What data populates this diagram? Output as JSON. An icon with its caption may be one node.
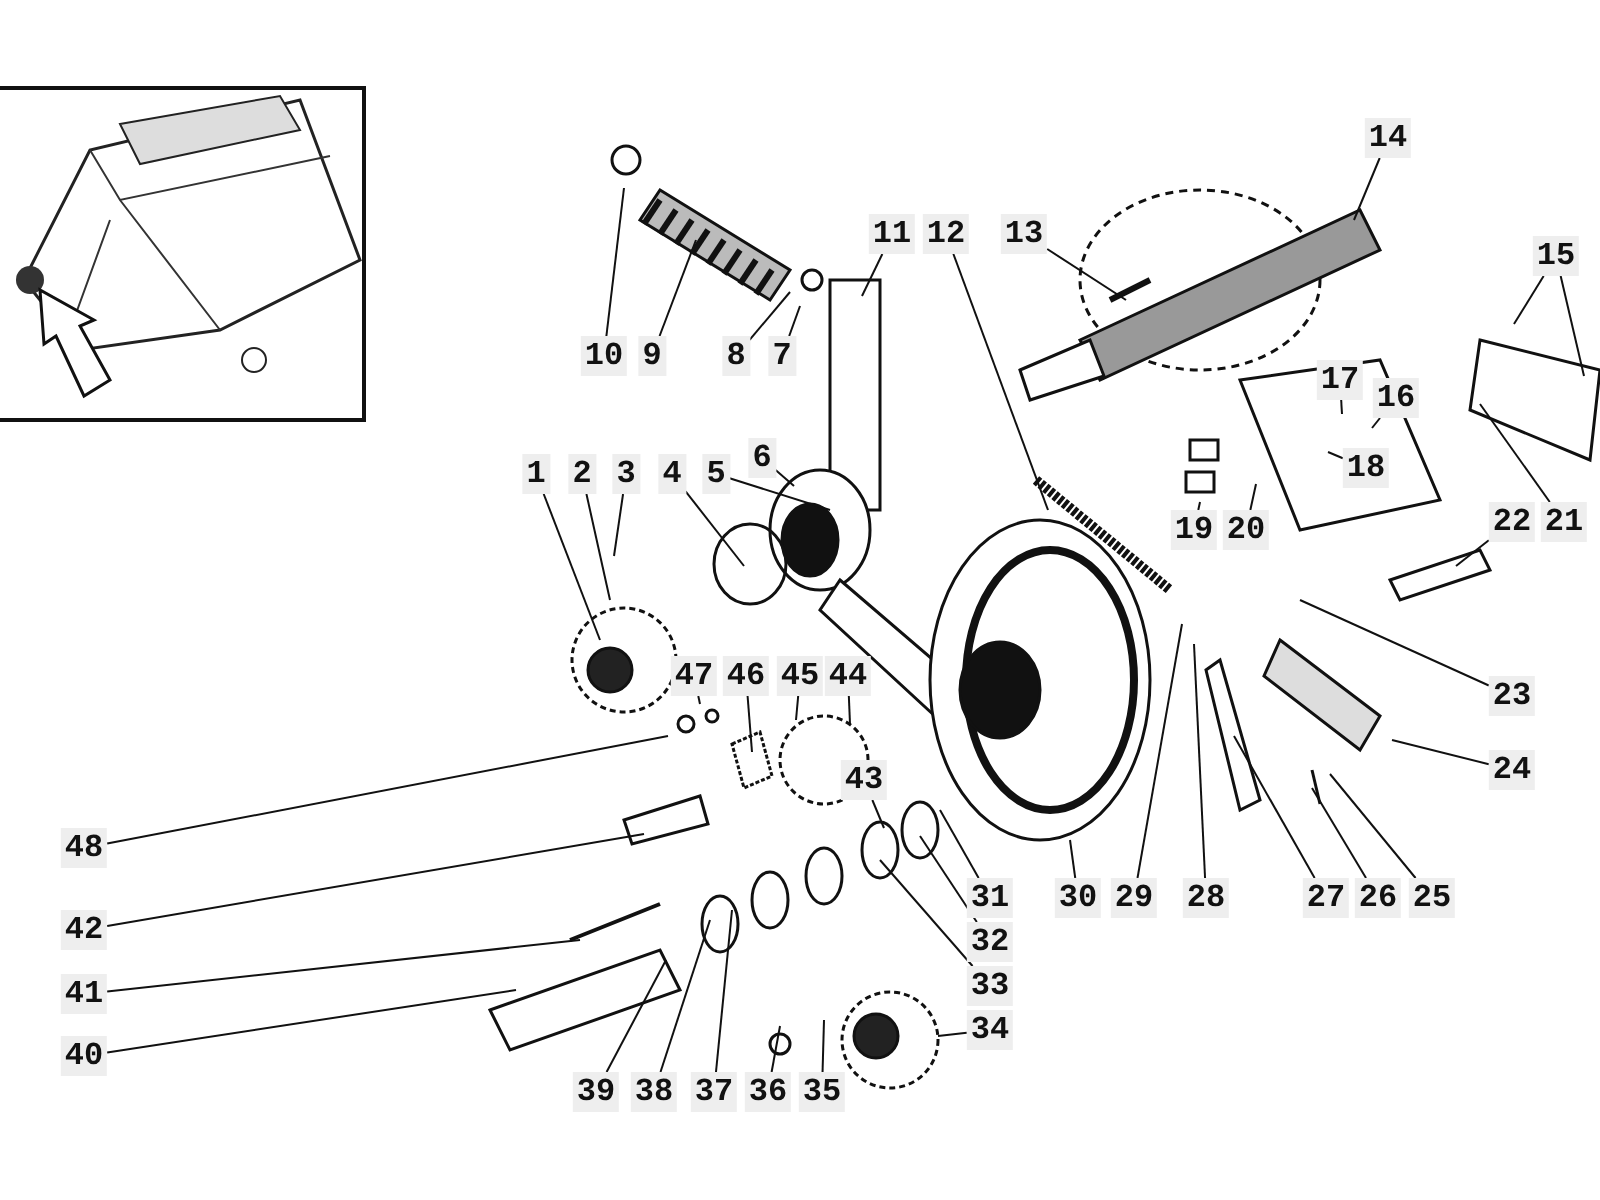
{
  "diagram": {
    "nodes": [
      {
        "text": [
          "1"
        ]
      },
      {
        "text": [
          "2"
        ]
      },
      {
        "text": [
          "3"
        ]
      },
      {
        "text": [
          "4"
        ]
      },
      {
        "text": [
          "5"
        ]
      },
      {
        "text": [
          "6"
        ]
      },
      {
        "text": [
          "7"
        ]
      },
      {
        "text": [
          "8"
        ]
      },
      {
        "text": [
          "9"
        ]
      },
      {
        "text": [
          "10"
        ]
      },
      {
        "text": [
          "11"
        ]
      },
      {
        "text": [
          "12"
        ]
      },
      {
        "text": [
          "13"
        ]
      },
      {
        "text": [
          "14"
        ]
      },
      {
        "text": [
          "15"
        ]
      },
      {
        "text": [
          "16"
        ]
      },
      {
        "text": [
          "17"
        ]
      },
      {
        "text": [
          "18"
        ]
      },
      {
        "text": [
          "19"
        ]
      },
      {
        "text": [
          "20"
        ]
      },
      {
        "text": [
          "21"
        ]
      },
      {
        "text": [
          "22"
        ]
      },
      {
        "text": [
          "23"
        ]
      },
      {
        "text": [
          "24"
        ]
      },
      {
        "text": [
          "25"
        ]
      },
      {
        "text": [
          "26"
        ]
      },
      {
        "text": [
          "27"
        ]
      },
      {
        "text": [
          "28"
        ]
      },
      {
        "text": [
          "29"
        ]
      },
      {
        "text": [
          "30"
        ]
      },
      {
        "text": [
          "31"
        ]
      },
      {
        "text": [
          "32"
        ]
      },
      {
        "text": [
          "33"
        ]
      },
      {
        "text": [
          "34"
        ]
      },
      {
        "text": [
          "35"
        ]
      },
      {
        "text": [
          "36"
        ]
      },
      {
        "text": [
          "37"
        ]
      },
      {
        "text": [
          "38"
        ]
      },
      {
        "text": [
          "39"
        ]
      },
      {
        "text": [
          "40"
        ]
      },
      {
        "text": [
          "41"
        ]
      },
      {
        "text": [
          "42"
        ]
      },
      {
        "text": [
          "43"
        ]
      },
      {
        "text": [
          "44"
        ]
      },
      {
        "text": [
          "45"
        ]
      },
      {
        "text": [
          "46"
        ]
      },
      {
        "text": [
          "47"
        ]
      },
      {
        "text": [
          "48"
        ]
      }
    ],
    "edges": [
      {
        "from": 0,
        "to": null,
        "arrow": "none"
      },
      {
        "from": 1,
        "to": null,
        "arrow": "none"
      },
      {
        "from": 2,
        "to": null,
        "arrow": "none"
      },
      {
        "from": 3,
        "to": null,
        "arrow": "none"
      },
      {
        "from": 4,
        "to": null,
        "arrow": "none"
      },
      {
        "from": 5,
        "to": null,
        "arrow": "none"
      },
      {
        "from": 6,
        "to": null,
        "arrow": "none"
      },
      {
        "from": 7,
        "to": null,
        "arrow": "none"
      },
      {
        "from": 8,
        "to": null,
        "arrow": "none"
      },
      {
        "from": 9,
        "to": null,
        "arrow": "none"
      },
      {
        "from": 10,
        "to": null,
        "arrow": "none"
      },
      {
        "from": 11,
        "to": null,
        "arrow": "none"
      },
      {
        "from": 12,
        "to": null,
        "arrow": "none"
      },
      {
        "from": 13,
        "to": null,
        "arrow": "none"
      },
      {
        "from": 14,
        "to": null,
        "arrow": "none"
      },
      {
        "from": 14,
        "to": null,
        "arrow": "none"
      },
      {
        "from": 15,
        "to": null,
        "arrow": "none"
      },
      {
        "from": 16,
        "to": null,
        "arrow": "none"
      },
      {
        "from": 17,
        "to": null,
        "arrow": "none"
      },
      {
        "from": 18,
        "to": null,
        "arrow": "none"
      },
      {
        "from": 19,
        "to": null,
        "arrow": "none"
      },
      {
        "from": 20,
        "to": null,
        "arrow": "none"
      },
      {
        "from": 21,
        "to": null,
        "arrow": "none"
      },
      {
        "from": 22,
        "to": null,
        "arrow": "none"
      },
      {
        "from": 23,
        "to": null,
        "arrow": "none"
      },
      {
        "from": 24,
        "to": null,
        "arrow": "none"
      },
      {
        "from": 25,
        "to": null,
        "arrow": "none"
      },
      {
        "from": 26,
        "to": null,
        "arrow": "none"
      },
      {
        "from": 27,
        "to": null,
        "arrow": "none"
      },
      {
        "from": 28,
        "to": null,
        "arrow": "none"
      },
      {
        "from": 29,
        "to": null,
        "arrow": "none"
      },
      {
        "from": 30,
        "to": null,
        "arrow": "none"
      },
      {
        "from": 31,
        "to": null,
        "arrow": "none"
      },
      {
        "from": 32,
        "to": null,
        "arrow": "none"
      },
      {
        "from": 33,
        "to": null,
        "arrow": "none"
      },
      {
        "from": 34,
        "to": null,
        "arrow": "none"
      },
      {
        "from": 35,
        "to": null,
        "arrow": "none"
      },
      {
        "from": 36,
        "to": null,
        "arrow": "none"
      },
      {
        "from": 37,
        "to": null,
        "arrow": "none"
      },
      {
        "from": 38,
        "to": null,
        "arrow": "none"
      },
      {
        "from": 39,
        "to": null,
        "arrow": "none"
      },
      {
        "from": 40,
        "to": null,
        "arrow": "none"
      },
      {
        "from": 41,
        "to": null,
        "arrow": "none"
      },
      {
        "from": 42,
        "to": null,
        "arrow": "none"
      },
      {
        "from": 43,
        "to": null,
        "arrow": "none"
      },
      {
        "from": 44,
        "to": null,
        "arrow": "none"
      },
      {
        "from": 45,
        "to": null,
        "arrow": "none"
      },
      {
        "from": 46,
        "to": null,
        "arrow": "none"
      },
      {
        "from": 47,
        "to": null,
        "arrow": "none"
      }
    ]
  }
}
